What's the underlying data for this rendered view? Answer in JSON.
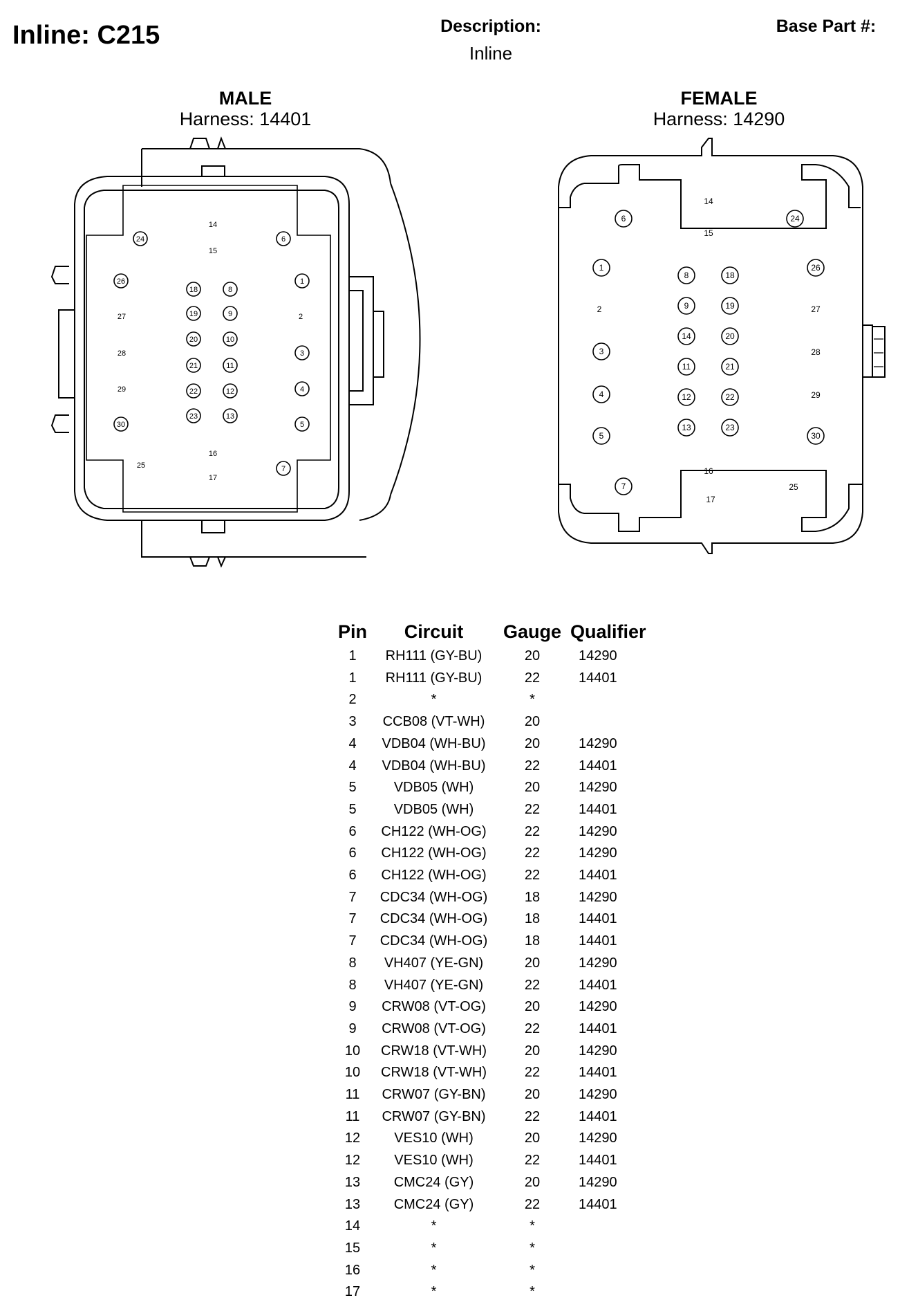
{
  "header": {
    "title": "Inline: C215",
    "description_label": "Description:",
    "description_value": "Inline",
    "base_part_label": "Base Part #:"
  },
  "male": {
    "title": "MALE",
    "harness": "Harness: 14401",
    "pins_circled": [
      "24",
      "6",
      "26",
      "1",
      "18",
      "8",
      "19",
      "9",
      "20",
      "10",
      "21",
      "11",
      "22",
      "12",
      "23",
      "13",
      "3",
      "4",
      "30",
      "5",
      "7"
    ],
    "pins_plain": [
      "14",
      "15",
      "27",
      "2",
      "28",
      "29",
      "16",
      "25",
      "17"
    ]
  },
  "female": {
    "title": "FEMALE",
    "harness": "Harness: 14290",
    "pins_circled": [
      "6",
      "24",
      "1",
      "26",
      "8",
      "18",
      "9",
      "19",
      "14",
      "20",
      "11",
      "21",
      "3",
      "4",
      "12",
      "22",
      "5",
      "13",
      "23",
      "30",
      "7"
    ],
    "pins_plain": [
      "14",
      "15",
      "2",
      "27",
      "28",
      "29",
      "16",
      "25",
      "17"
    ]
  },
  "table": {
    "headers": [
      "Pin",
      "Circuit",
      "Gauge",
      "Qualifier"
    ],
    "rows": [
      [
        "1",
        "RH111 (GY-BU)",
        "20",
        "14290"
      ],
      [
        "1",
        "RH111 (GY-BU)",
        "22",
        "14401"
      ],
      [
        "2",
        "*",
        "*",
        ""
      ],
      [
        "3",
        "CCB08 (VT-WH)",
        "20",
        ""
      ],
      [
        "4",
        "VDB04 (WH-BU)",
        "20",
        "14290"
      ],
      [
        "4",
        "VDB04 (WH-BU)",
        "22",
        "14401"
      ],
      [
        "5",
        "VDB05 (WH)",
        "20",
        "14290"
      ],
      [
        "5",
        "VDB05 (WH)",
        "22",
        "14401"
      ],
      [
        "6",
        "CH122 (WH-OG)",
        "22",
        "14290"
      ],
      [
        "6",
        "CH122 (WH-OG)",
        "22",
        "14290"
      ],
      [
        "6",
        "CH122 (WH-OG)",
        "22",
        "14401"
      ],
      [
        "7",
        "CDC34 (WH-OG)",
        "18",
        "14290"
      ],
      [
        "7",
        "CDC34 (WH-OG)",
        "18",
        "14401"
      ],
      [
        "7",
        "CDC34 (WH-OG)",
        "18",
        "14401"
      ],
      [
        "8",
        "VH407 (YE-GN)",
        "20",
        "14290"
      ],
      [
        "8",
        "VH407 (YE-GN)",
        "22",
        "14401"
      ],
      [
        "9",
        "CRW08 (VT-OG)",
        "20",
        "14290"
      ],
      [
        "9",
        "CRW08 (VT-OG)",
        "22",
        "14401"
      ],
      [
        "10",
        "CRW18 (VT-WH)",
        "20",
        "14290"
      ],
      [
        "10",
        "CRW18 (VT-WH)",
        "22",
        "14401"
      ],
      [
        "11",
        "CRW07 (GY-BN)",
        "20",
        "14290"
      ],
      [
        "11",
        "CRW07 (GY-BN)",
        "22",
        "14401"
      ],
      [
        "12",
        "VES10 (WH)",
        "20",
        "14290"
      ],
      [
        "12",
        "VES10 (WH)",
        "22",
        "14401"
      ],
      [
        "13",
        "CMC24 (GY)",
        "20",
        "14290"
      ],
      [
        "13",
        "CMC24 (GY)",
        "22",
        "14401"
      ],
      [
        "14",
        "*",
        "*",
        ""
      ],
      [
        "15",
        "*",
        "*",
        ""
      ],
      [
        "16",
        "*",
        "*",
        ""
      ],
      [
        "17",
        "*",
        "*",
        ""
      ]
    ]
  }
}
